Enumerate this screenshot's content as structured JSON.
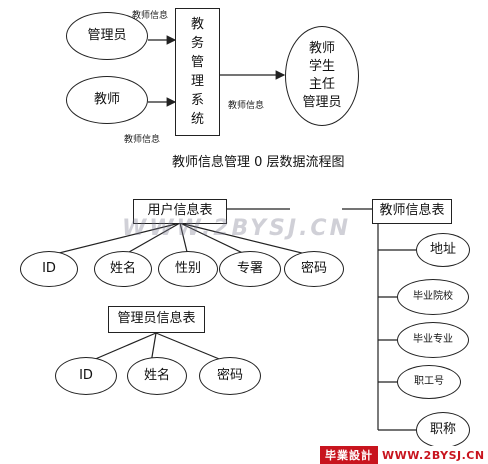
{
  "top": {
    "left_nodes": [
      "管理员",
      "教师"
    ],
    "center_chars": [
      "教",
      "务",
      "管",
      "理",
      "系",
      "统"
    ],
    "right_lines": [
      "教师",
      "学生",
      "主任",
      "管理员"
    ],
    "flow_label": "教师信息",
    "caption": "教师信息管理 0 层数据流程图"
  },
  "user_table": {
    "title": "用户信息表",
    "fields": [
      "ID",
      "姓名",
      "性别",
      "专署",
      "密码"
    ]
  },
  "admin_table": {
    "title": "管理员信息表",
    "fields": [
      "ID",
      "姓名",
      "密码"
    ]
  },
  "teacher_table": {
    "title": "教师信息表",
    "fields": [
      "地址",
      "毕业院校",
      "毕业专业",
      "职工号",
      "职称"
    ]
  },
  "watermark": "WWW.2BYSJ.CN",
  "logo": {
    "cn": "毕業設計",
    "url": "WWW.2BYSJ.CN"
  }
}
